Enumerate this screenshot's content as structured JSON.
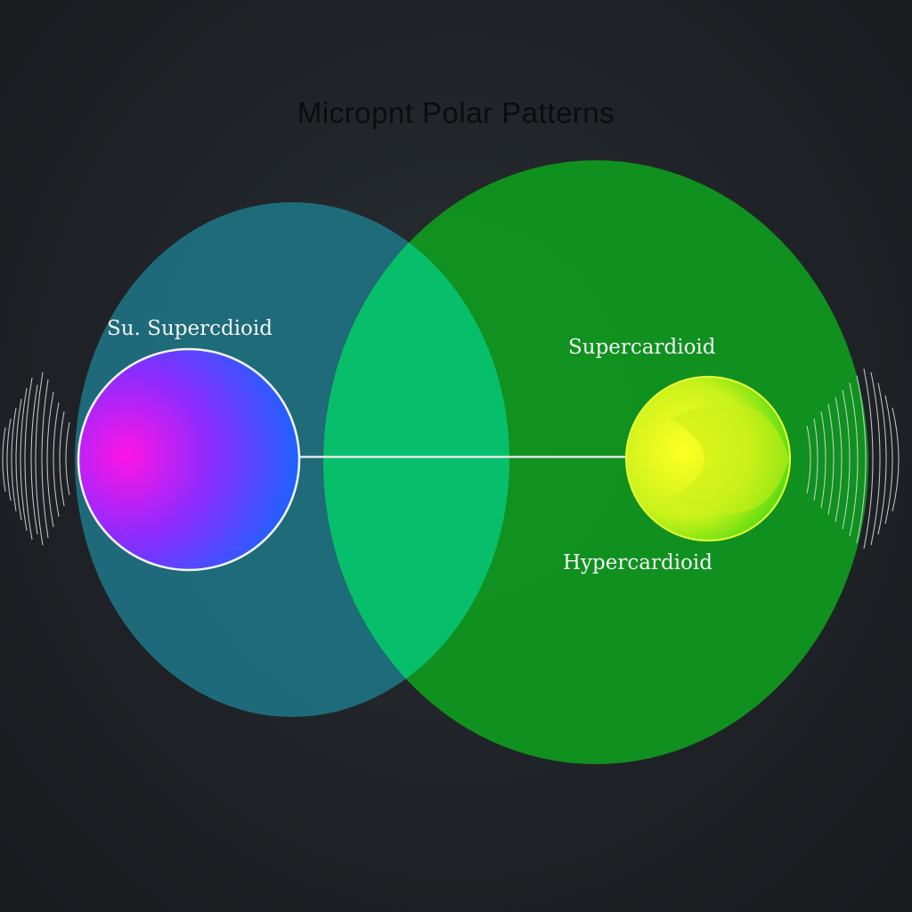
{
  "title": "Micropnt Polar Patterns",
  "labels": {
    "left_pattern": "Su. Supercdioid",
    "right_top_pattern": "Supercardioid",
    "right_bottom_pattern": "Hypercardioid"
  },
  "colors": {
    "background": "#1e2226",
    "left_lobe": "#1f6f7e",
    "right_lobe": "#0f9a1e",
    "overlap": "#07bf6a",
    "left_sphere_start": "#ff14e6",
    "left_sphere_end": "#0a6cff",
    "right_sphere_start": "#ffff24",
    "right_sphere_end": "#2fd40e",
    "connector": "#dfe6e6"
  }
}
